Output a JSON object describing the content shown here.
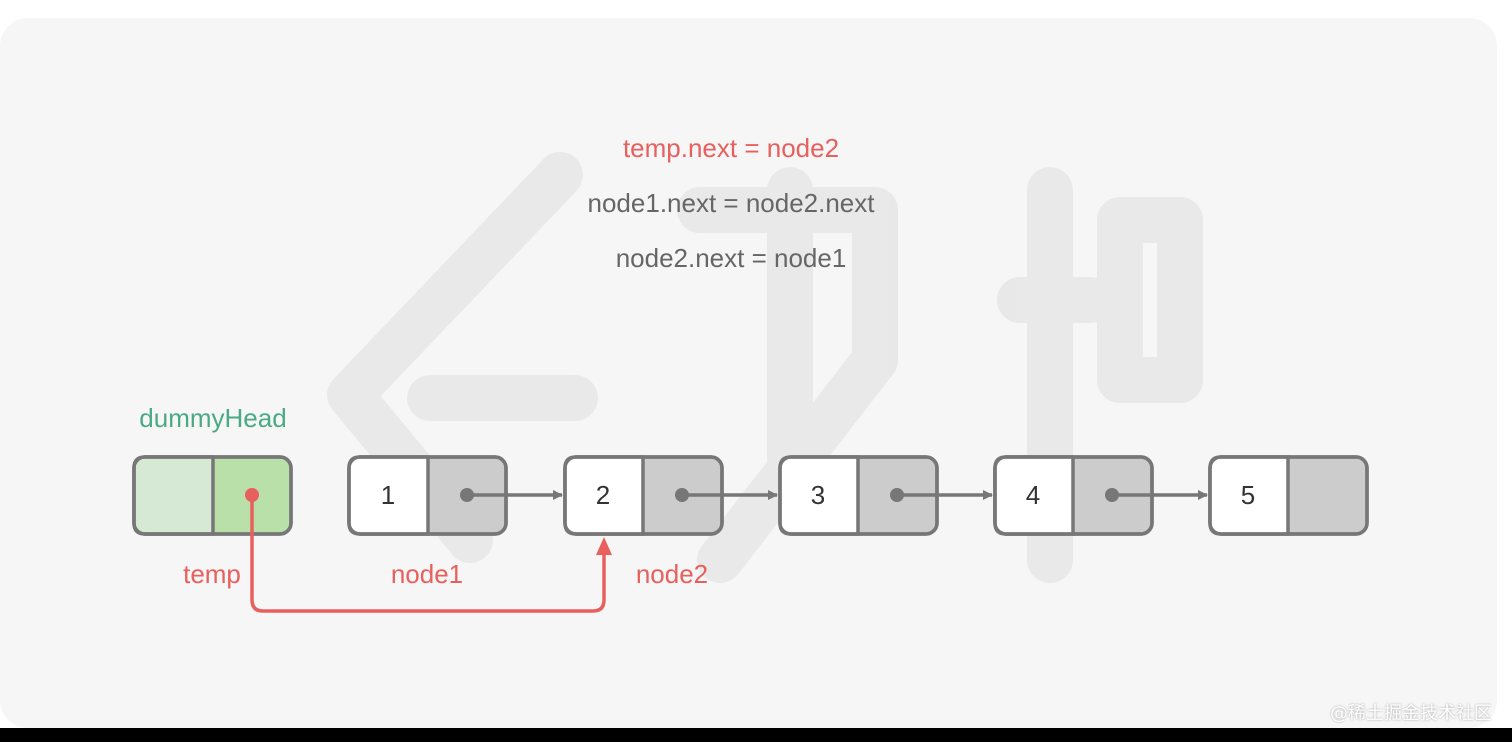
{
  "code": {
    "line1": "temp.next = node2",
    "line2": "node1.next = node2.next",
    "line3": "node2.next = node1"
  },
  "labels": {
    "dummy_head": "dummyHead",
    "temp": "temp",
    "node1": "node1",
    "node2": "node2"
  },
  "nodes": [
    {
      "value": "1"
    },
    {
      "value": "2"
    },
    {
      "value": "3"
    },
    {
      "value": "4"
    },
    {
      "value": "5"
    }
  ],
  "credit": "@稀土掘金技术社区",
  "colors": {
    "highlight_red": "#e8605e",
    "head_green": "#4aaa86",
    "code_gray": "#666666",
    "node_border": "#777777",
    "pointer_fill": "#cccccc",
    "dummy_value_fill": "#d6e9d5",
    "dummy_pointer_fill": "#b9e0a8"
  }
}
